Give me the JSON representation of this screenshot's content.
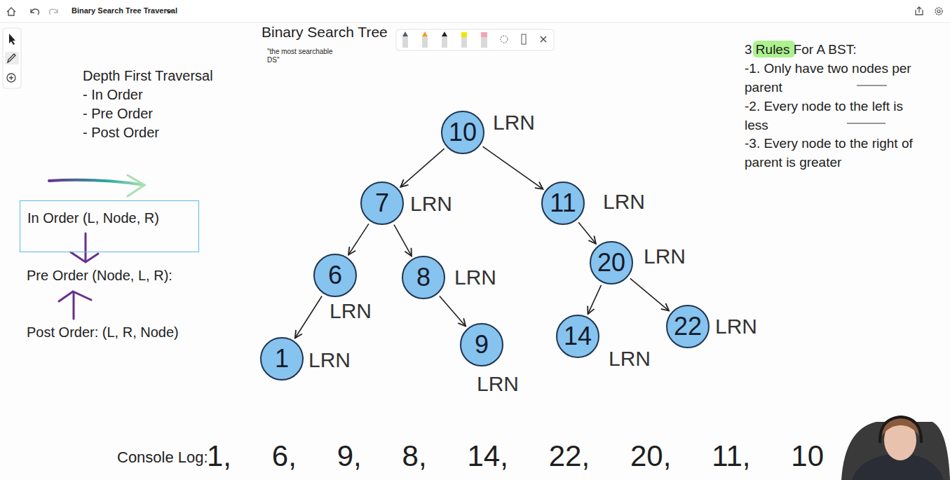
{
  "diagram": {
    "title": "Binary Search Tree",
    "nodes": [
      {
        "text": [
          "10"
        ]
      },
      {
        "text": [
          "7"
        ]
      },
      {
        "text": [
          "11"
        ]
      },
      {
        "text": [
          "6"
        ]
      },
      {
        "text": [
          "8"
        ]
      },
      {
        "text": [
          "20"
        ]
      },
      {
        "text": [
          "1"
        ]
      },
      {
        "text": [
          "9"
        ]
      },
      {
        "text": [
          "14"
        ]
      },
      {
        "text": [
          "22"
        ]
      },
      {
        "text": [
          "In Order (L, Node, R)"
        ]
      }
    ],
    "edges": [
      {
        "from": 0,
        "to": 1,
        "arrow": "to"
      },
      {
        "from": 0,
        "to": 2,
        "arrow": "to"
      },
      {
        "from": 1,
        "to": 3,
        "arrow": "to"
      },
      {
        "from": 1,
        "to": 4,
        "arrow": "to"
      },
      {
        "from": 2,
        "to": 5,
        "arrow": "to"
      },
      {
        "from": 3,
        "to": 6,
        "arrow": "to"
      },
      {
        "from": 4,
        "to": 7,
        "arrow": "to"
      },
      {
        "from": 5,
        "to": 8,
        "arrow": "to"
      },
      {
        "from": 5,
        "to": 9,
        "arrow": "to"
      }
    ],
    "labels": [
      "Binary Search Tree Traversal",
      "\"the most searchable DS\"",
      "Depth First Traversal",
      "- In Order",
      "- Pre Order",
      "- Post Order",
      "Pre Order (Node, L, R):",
      "Post Order: (L, R, Node)",
      "3 Rules For A BST:",
      "-1. Only have two nodes per parent",
      "-2. Every node to the left is less",
      "-3. Every node to the right of parent is greater",
      "LRN",
      "LRN",
      "LRN",
      "LRN",
      "LRN",
      "LRN",
      "LRN",
      "LRN",
      "LRN",
      "LRN",
      "Console Log:",
      "1, 6, 9, 8, 14, 22, 20, 11, 10"
    ]
  }
}
